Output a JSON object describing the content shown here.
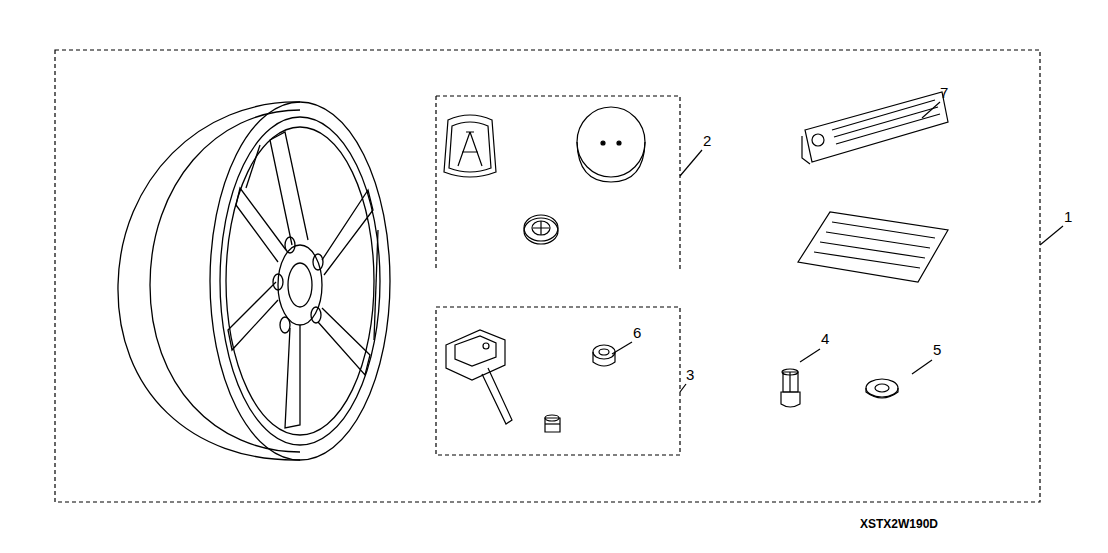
{
  "diagram": {
    "labels": [
      "1",
      "2",
      "3",
      "4",
      "5",
      "6",
      "7",
      "XSTX2W190D"
    ]
  }
}
